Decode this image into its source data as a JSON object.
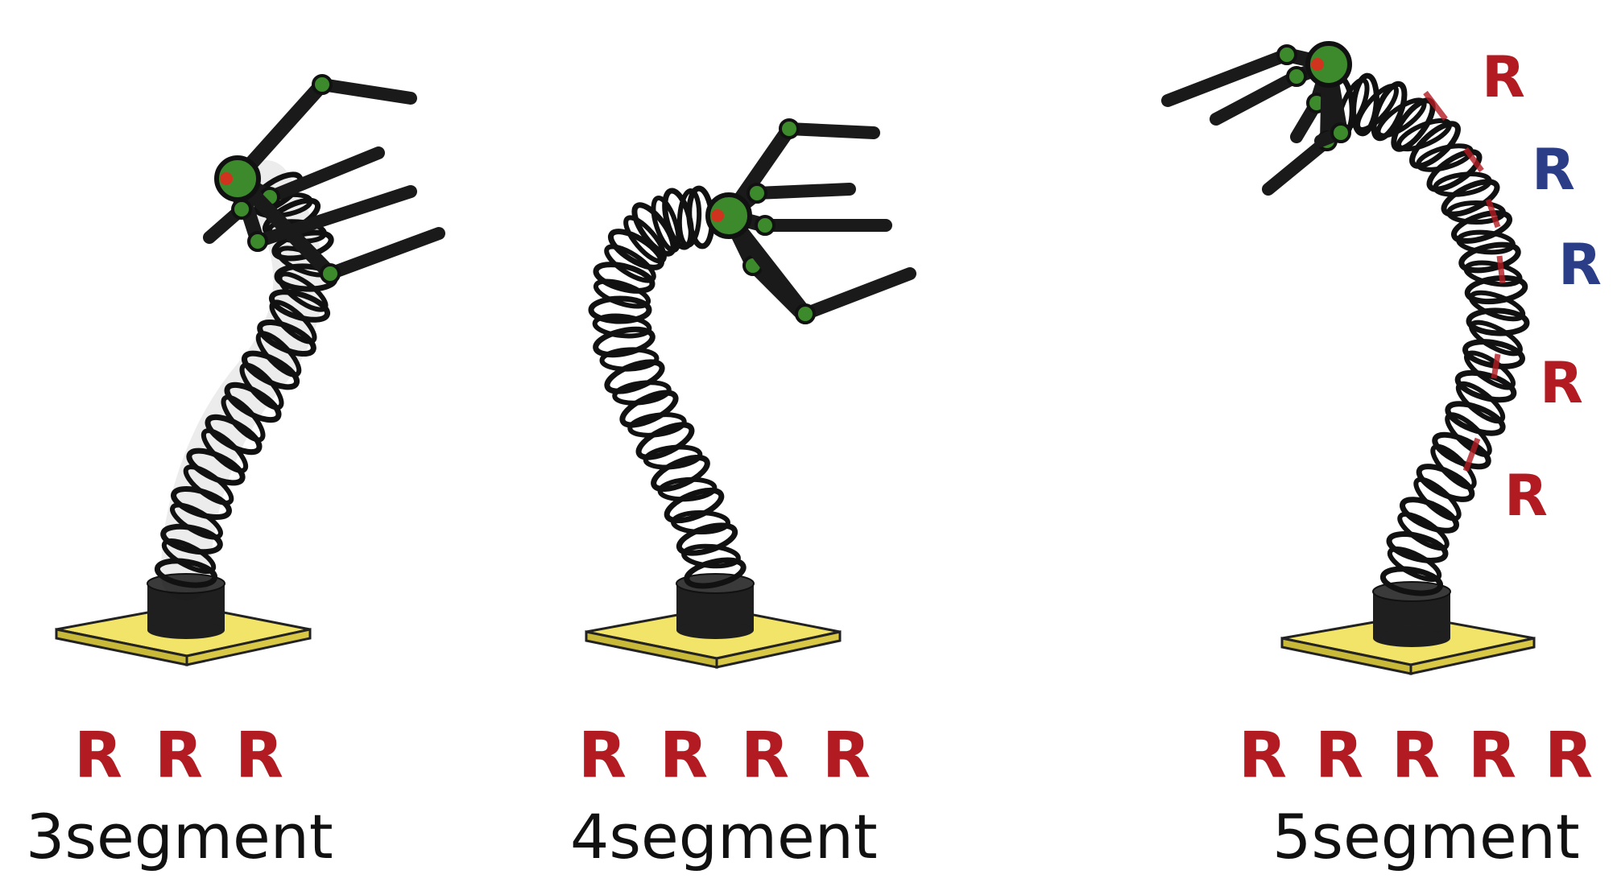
{
  "colors": {
    "joint_red": "#b31b22",
    "joint_blue": "#2b3d87",
    "coil": "#111111",
    "base_plate": "#f2e468",
    "base_plate_edge": "#b9a92e",
    "stand": "#1f1f1f",
    "gripper_hub": "#3c8a2c",
    "finger": "#1a1a1a"
  },
  "panels": [
    {
      "name": "3-segment",
      "caption": "3segment",
      "bottom_joints": [
        {
          "label": "R",
          "color": "red"
        },
        {
          "label": "R",
          "color": "red"
        },
        {
          "label": "R",
          "color": "red"
        }
      ],
      "side_joints": []
    },
    {
      "name": "4-segment",
      "caption": "4segment",
      "bottom_joints": [
        {
          "label": "R",
          "color": "red"
        },
        {
          "label": "R",
          "color": "red"
        },
        {
          "label": "R",
          "color": "red"
        },
        {
          "label": "R",
          "color": "red"
        }
      ],
      "side_joints": []
    },
    {
      "name": "5-segment",
      "caption": "5segment",
      "bottom_joints": [
        {
          "label": "R",
          "color": "red"
        },
        {
          "label": "R",
          "color": "red"
        },
        {
          "label": "R",
          "color": "red"
        },
        {
          "label": "R",
          "color": "red"
        },
        {
          "label": "R",
          "color": "red"
        }
      ],
      "side_joints": [
        {
          "label": "R",
          "color": "red"
        },
        {
          "label": "R",
          "color": "blue"
        },
        {
          "label": "R",
          "color": "blue"
        },
        {
          "label": "R",
          "color": "red"
        },
        {
          "label": "R",
          "color": "red"
        }
      ]
    }
  ]
}
